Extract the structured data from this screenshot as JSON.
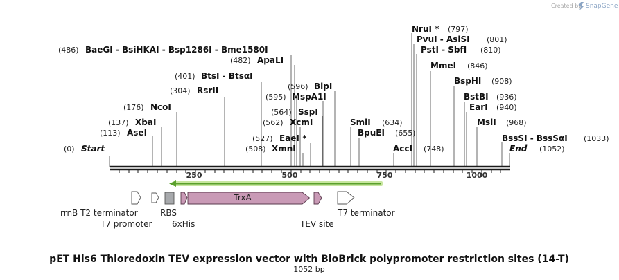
{
  "credit": {
    "prefix": "Created by",
    "brand": "SnapGene"
  },
  "title": "pET His6 Thioredoxin TEV expression vector with BioBrick polypromoter restriction sites (14-T)",
  "subtitle": "1052 bp",
  "sequence_length": 1052,
  "axis_ticks": [
    250,
    500,
    750,
    1000
  ],
  "sites": [
    {
      "pos": "(0)",
      "name": "Start",
      "italic": true
    },
    {
      "pos": "(113)",
      "name": "AseI"
    },
    {
      "pos": "(137)",
      "name": "XbaI"
    },
    {
      "pos": "(176)",
      "name": "NcoI"
    },
    {
      "pos": "(304)",
      "name": "RsrII"
    },
    {
      "pos": "(401)",
      "name": "BtsI  -  BtsαI"
    },
    {
      "pos": "(486)",
      "name": "BaeGI  -  BsiHKAI  -  Bsp1286I  -  Bme1580I"
    },
    {
      "pos": "(482)",
      "name": "ApaLI"
    },
    {
      "pos": "(508)",
      "name": "XmnI"
    },
    {
      "pos": "(527)",
      "name": "EaeI *"
    },
    {
      "pos": "(562)",
      "name": "XcmI"
    },
    {
      "pos": "(564)",
      "name": "SspI"
    },
    {
      "pos": "(595)",
      "name": "MspA1I"
    },
    {
      "pos": "(596)",
      "name": "BlpI"
    },
    {
      "pos": "(634)",
      "name": "SmlI"
    },
    {
      "pos": "(655)",
      "name": "BpuEI"
    },
    {
      "pos": "(748)",
      "name": "AccI",
      "pos_after": true
    },
    {
      "pos": "(797)",
      "name": "NruI *",
      "pos_after": true
    },
    {
      "pos": "(801)",
      "name": "PvuI  -  AsiSI",
      "pos_after": true
    },
    {
      "pos": "(810)",
      "name": "PstI  -  SbfI",
      "pos_after": true
    },
    {
      "pos": "(846)",
      "name": "MmeI",
      "pos_after": true
    },
    {
      "pos": "(908)",
      "name": "BspHI",
      "pos_after": true
    },
    {
      "pos": "(936)",
      "name": "BstBI",
      "pos_after": true
    },
    {
      "pos": "(940)",
      "name": "EarI",
      "pos_after": true
    },
    {
      "pos": "(968)",
      "name": "MslI",
      "pos_after": true
    },
    {
      "pos": "(1033)",
      "name": "BssSI  -  BssSαI",
      "pos_after": true
    },
    {
      "pos": "(1052)",
      "name": "End",
      "italic": true,
      "pos_after": true
    }
  ],
  "features": [
    {
      "label": "rrnB T2 terminator",
      "type": "terminator"
    },
    {
      "label": "T7 promoter",
      "type": "promoter"
    },
    {
      "label": "RBS",
      "type": "rbs"
    },
    {
      "label": "6xHis",
      "type": "tag"
    },
    {
      "label": "TrxA",
      "type": "cds"
    },
    {
      "label": "TEV site",
      "type": "site"
    },
    {
      "label": "T7 terminator",
      "type": "terminator"
    }
  ],
  "colors": {
    "backbone": "#1a1a1a",
    "cds_fill": "#c99ab6",
    "cds_stroke": "#5a3a4d",
    "rbs_fill": "#a7a9ac",
    "terminator_fill": "#ffffff",
    "primer_arrow": "#5aa02c",
    "primer_glow": "#c8e6a0",
    "logo": "#8aa4c4"
  }
}
